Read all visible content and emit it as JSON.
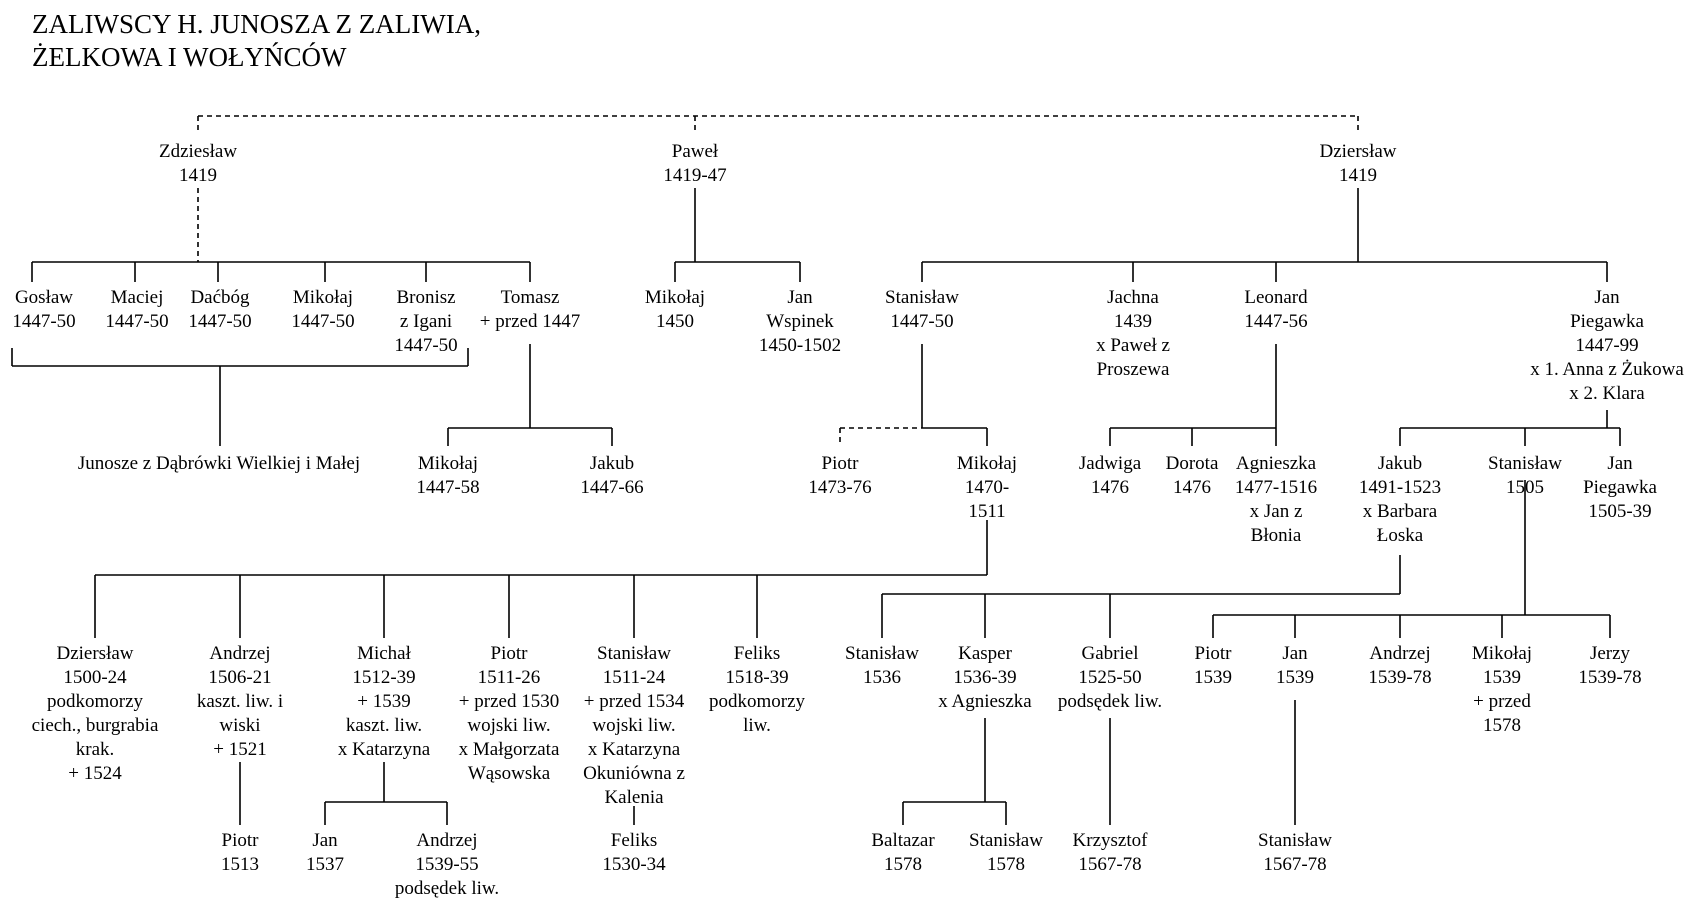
{
  "title": [
    "ZALIWSCY H. JUNOSZA Z ZALIWIA,",
    "ŻELKOWA I WOŁYŃCÓW"
  ],
  "nodes": {
    "zdzieslaw": [
      "Zdziesław",
      "1419"
    ],
    "pawel": [
      "Paweł",
      "1419-47"
    ],
    "dzierslaw": [
      "Dziersław",
      "1419"
    ],
    "goslaw": [
      "Gosław",
      "1447-50"
    ],
    "maciej": [
      "Maciej",
      "1447-50"
    ],
    "dacbog": [
      "Daćbóg",
      "1447-50"
    ],
    "mikolaj_z": [
      "Mikołaj",
      "1447-50"
    ],
    "bronisz": [
      "Bronisz",
      "z Igani",
      "1447-50"
    ],
    "tomasz": [
      "Tomasz",
      "+ przed 1447"
    ],
    "junosze": [
      "Junosze z Dąbrówki Wielkiej i Małej"
    ],
    "mikolaj_t": [
      "Mikołaj",
      "1447-58"
    ],
    "jakub_t": [
      "Jakub",
      "1447-66"
    ],
    "mikolaj_p": [
      "Mikołaj",
      "1450"
    ],
    "jan_p": [
      "Jan",
      "Wspinek",
      "1450-1502"
    ],
    "stanislaw_d": [
      "Stanisław",
      "1447-50"
    ],
    "jachna": [
      "Jachna",
      "1439",
      "x Paweł z",
      "Proszewa"
    ],
    "leonard": [
      "Leonard",
      "1447-56"
    ],
    "jan_d": [
      "Jan",
      "Piegawka",
      "1447-99",
      "x 1. Anna z Żukowa",
      "x 2. Klara"
    ],
    "piotr_s": [
      "Piotr",
      "1473-76"
    ],
    "mikolaj_s": [
      "Mikołaj",
      "1470-",
      "1511"
    ],
    "jadwiga": [
      "Jadwiga",
      "1476"
    ],
    "dorota": [
      "Dorota",
      "1476"
    ],
    "agnieszka": [
      "Agnieszka",
      "1477-1516",
      "x Jan z",
      "Błonia"
    ],
    "jakub_j": [
      "Jakub",
      "1491-1523",
      "x Barbara",
      "Łoska"
    ],
    "stanislaw_j": [
      "Stanisław",
      "1505"
    ],
    "jan_j": [
      "Jan",
      "Piegawka",
      "1505-39"
    ],
    "dzierslaw_m": [
      "Dziersław",
      "1500-24",
      "podkomorzy",
      "ciech., burgrabia",
      "krak.",
      "+ 1524"
    ],
    "andrzej_m": [
      "Andrzej",
      "1506-21",
      "kaszt. liw. i",
      "wiski",
      "+ 1521"
    ],
    "michal_m": [
      "Michał",
      "1512-39",
      "+ 1539",
      "kaszt. liw.",
      "x Katarzyna"
    ],
    "piotr_m": [
      "Piotr",
      "1511-26",
      "+ przed 1530",
      "wojski liw.",
      "x Małgorzata",
      "Wąsowska"
    ],
    "stanislaw_m": [
      "Stanisław",
      "1511-24",
      "+ przed 1534",
      "wojski liw.",
      "x Katarzyna",
      "Okuniówna z",
      "Kalenia"
    ],
    "feliks_m": [
      "Feliks",
      "1518-39",
      "podkomorzy",
      "liw."
    ],
    "stanislaw_k": [
      "Stanisław",
      "1536"
    ],
    "kasper_k": [
      "Kasper",
      "1536-39",
      "x Agnieszka"
    ],
    "gabriel_k": [
      "Gabriel",
      "1525-50",
      "podsędek liw."
    ],
    "piotr_sj": [
      "Piotr",
      "1539"
    ],
    "jan_sj": [
      "Jan",
      "1539"
    ],
    "andrzej_sj": [
      "Andrzej",
      "1539-78"
    ],
    "mikolaj_sj": [
      "Mikołaj",
      "1539",
      "+ przed",
      "1578"
    ],
    "jerzy_sj": [
      "Jerzy",
      "1539-78"
    ],
    "piotr_a": [
      "Piotr",
      "1513"
    ],
    "jan_mi": [
      "Jan",
      "1537"
    ],
    "andrzej_mi": [
      "Andrzej",
      "1539-55",
      "podsędek liw."
    ],
    "feliks_st": [
      "Feliks",
      "1530-34"
    ],
    "baltazar": [
      "Baltazar",
      "1578"
    ],
    "stanislaw_ka": [
      "Stanisław",
      "1578"
    ],
    "krzysztof": [
      "Krzysztof",
      "1567-78"
    ],
    "stanislaw_ja": [
      "Stanisław",
      "1567-78"
    ]
  }
}
